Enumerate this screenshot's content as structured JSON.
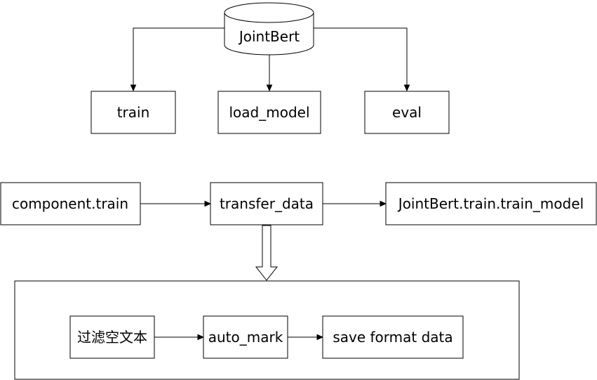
{
  "diagram": {
    "nodes": {
      "db": "JointBert",
      "train": "train",
      "load_model": "load_model",
      "eval": "eval",
      "component_train": "component.train",
      "transfer_data": "transfer_data",
      "jointbert_train_model": "JointBert.train.train_model",
      "filter_empty": "过滤空文本",
      "auto_mark": "auto_mark",
      "save_format": "save format data"
    }
  }
}
